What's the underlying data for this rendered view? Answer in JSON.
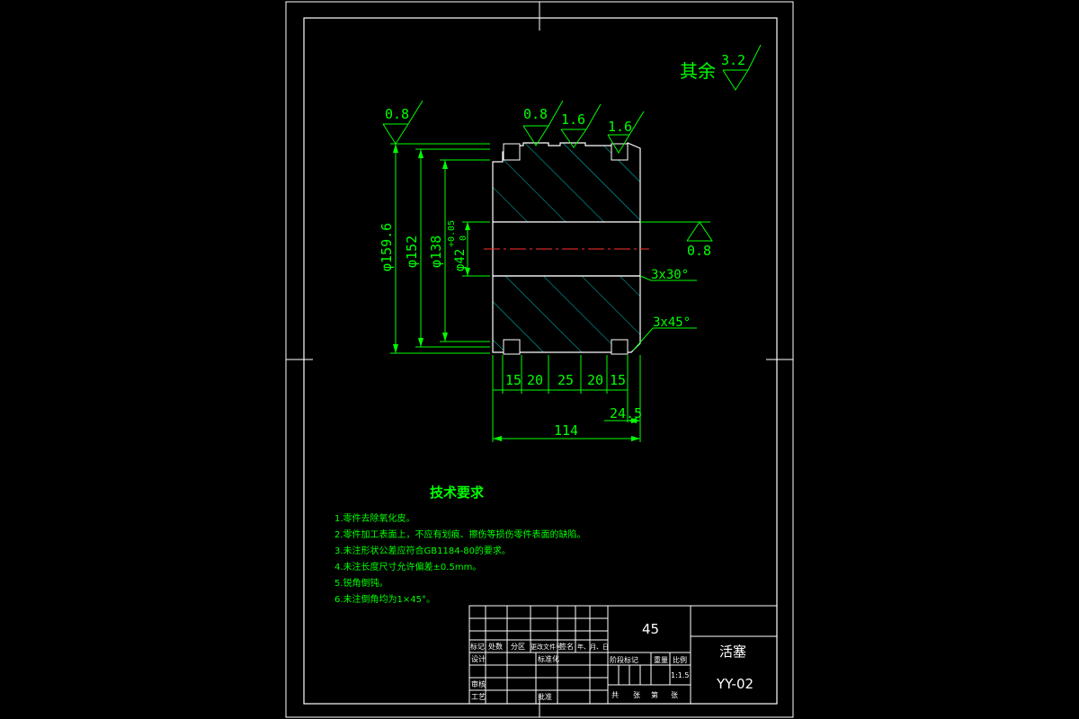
{
  "roughness": {
    "general_prefix": "其余",
    "general_value": "3.2",
    "left_face": "0.8",
    "top_groove_1": "0.8",
    "top_groove_2": "1.6",
    "top_groove_3": "1.6",
    "bore": "0.8"
  },
  "dimensions": {
    "dia_outer": "φ159.6",
    "dia_152": "φ152",
    "dia_138": "φ138",
    "dia_bore": "φ42",
    "bore_tol_upper": "+0.05",
    "bore_tol_lower": "0",
    "chamfer_30": "3x30°",
    "chamfer_45": "3x45°",
    "widths": [
      "15",
      "20",
      "25",
      "20",
      "15"
    ],
    "dim_24_5": "24.5",
    "total_length": "114"
  },
  "tech_requirements": {
    "title": "技术要求",
    "items": [
      "1.零件去除氧化皮。",
      "2.零件加工表面上，不应有划痕、擦伤等损伤零件表面的缺陷。",
      "3.未注形状公差应符合GB1184-80的要求。",
      "4.未注长度尺寸允许偏差±0.5mm。",
      "5.锐角倒钝。",
      "6.未注倒角均为1×45°。"
    ]
  },
  "title_block": {
    "material": "45",
    "part_name": "活塞",
    "drawing_number": "YY-02",
    "header_labels": [
      "标记",
      "处数",
      "分区",
      "更改文件号",
      "签名",
      "年、月、日"
    ],
    "row_labels": [
      "设计",
      "审核",
      "工艺"
    ],
    "standardization": "标准化",
    "approval": "批准",
    "stage_labels": [
      "阶段标记",
      "重量",
      "比例"
    ],
    "scale": "1:1.5",
    "sheet_labels": [
      "共",
      "张",
      "第",
      "张"
    ]
  }
}
